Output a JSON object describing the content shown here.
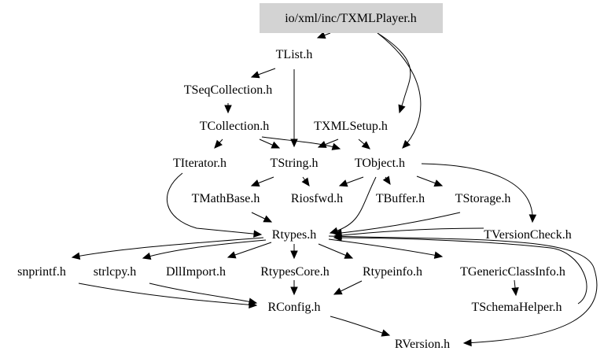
{
  "graph": {
    "root_fill": "#d3d3d3",
    "nodes": {
      "txmlplayer": "io/xml/inc/TXMLPlayer.h",
      "tlist": "TList.h",
      "tseqcollection": "TSeqCollection.h",
      "tcollection": "TCollection.h",
      "txmlsetup": "TXMLSetup.h",
      "titerator": "TIterator.h",
      "tstring": "TString.h",
      "tobject": "TObject.h",
      "tmathbase": "TMathBase.h",
      "riosfwd": "Riosfwd.h",
      "tbuffer": "TBuffer.h",
      "tstorage": "TStorage.h",
      "rtypes": "Rtypes.h",
      "tversioncheck": "TVersionCheck.h",
      "snprintf": "snprintf.h",
      "strlcpy": "strlcpy.h",
      "dllimport": "DllImport.h",
      "rtypescore": "RtypesCore.h",
      "rtypeinfo": "Rtypeinfo.h",
      "tgenericclassinfo": "TGenericClassInfo.h",
      "tschemahelper": "TSchemaHelper.h",
      "rconfig": "RConfig.h",
      "rversion": "RVersion.h"
    },
    "edges": [
      [
        "txmlplayer",
        "tlist"
      ],
      [
        "txmlplayer",
        "txmlsetup"
      ],
      [
        "txmlplayer",
        "tobject"
      ],
      [
        "tlist",
        "tseqcollection"
      ],
      [
        "tlist",
        "tstring"
      ],
      [
        "tseqcollection",
        "tcollection"
      ],
      [
        "tcollection",
        "titerator"
      ],
      [
        "tcollection",
        "tstring"
      ],
      [
        "tcollection",
        "tobject"
      ],
      [
        "txmlsetup",
        "tstring"
      ],
      [
        "txmlsetup",
        "tobject"
      ],
      [
        "titerator",
        "rtypes"
      ],
      [
        "tstring",
        "tmathbase"
      ],
      [
        "tstring",
        "riosfwd"
      ],
      [
        "tobject",
        "riosfwd"
      ],
      [
        "tobject",
        "tbuffer"
      ],
      [
        "tobject",
        "tstorage"
      ],
      [
        "tobject",
        "tversioncheck"
      ],
      [
        "tobject",
        "rtypes"
      ],
      [
        "tmathbase",
        "rtypes"
      ],
      [
        "tstorage",
        "rtypes"
      ],
      [
        "tversioncheck",
        "rtypes"
      ],
      [
        "rtypes",
        "snprintf"
      ],
      [
        "rtypes",
        "strlcpy"
      ],
      [
        "rtypes",
        "dllimport"
      ],
      [
        "rtypes",
        "rtypescore"
      ],
      [
        "rtypes",
        "rtypeinfo"
      ],
      [
        "rtypes",
        "tgenericclassinfo"
      ],
      [
        "rtypes",
        "rversion"
      ],
      [
        "tgenericclassinfo",
        "tschemahelper"
      ],
      [
        "tschemahelper",
        "rtypes"
      ],
      [
        "snprintf",
        "rconfig"
      ],
      [
        "strlcpy",
        "rconfig"
      ],
      [
        "rtypescore",
        "rconfig"
      ],
      [
        "rtypeinfo",
        "rconfig"
      ],
      [
        "rconfig",
        "rversion"
      ]
    ]
  }
}
